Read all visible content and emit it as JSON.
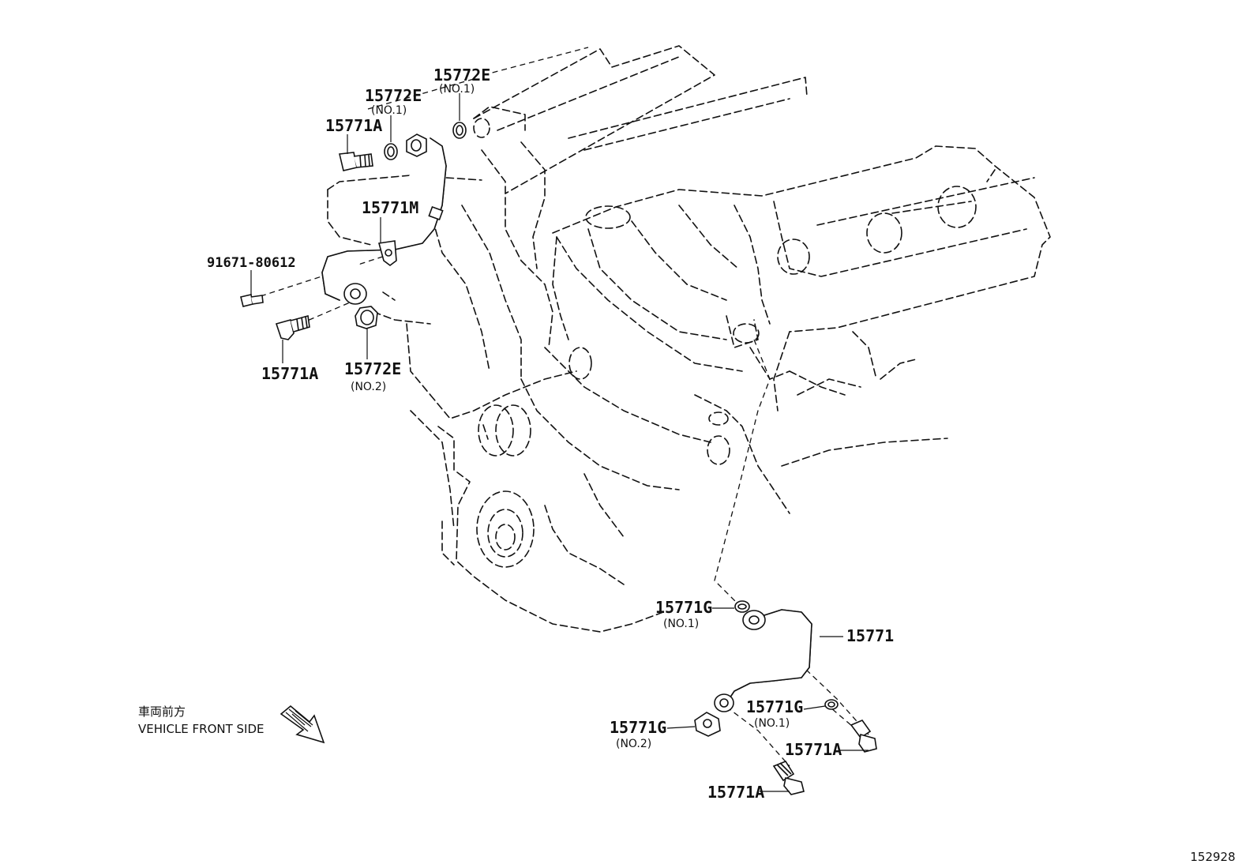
{
  "labels": {
    "upper_gasket_no1_right": {
      "part": "15772E",
      "sub": "(NO.1)"
    },
    "upper_gasket_no1_left": {
      "part": "15772E",
      "sub": "(NO.1)"
    },
    "upper_union_bolt": {
      "part": "15771A"
    },
    "upper_pipe": {
      "part": "15771M"
    },
    "clamp_bolt": {
      "part": "91671-80612"
    },
    "lower_left_union_bolt": {
      "part": "15771A"
    },
    "gasket_no2_upper": {
      "part": "15772E",
      "sub": "(NO.2)"
    },
    "lower_gasket_no1_left": {
      "part": "15771G",
      "sub": "(NO.1)"
    },
    "lower_pipe": {
      "part": "15771"
    },
    "lower_gasket_no1_right": {
      "part": "15771G",
      "sub": "(NO.1)"
    },
    "lower_gasket_no2": {
      "part": "15771G",
      "sub": "(NO.2)"
    },
    "lower_union_bolt_right": {
      "part": "15771A"
    },
    "lower_union_bolt_bottom": {
      "part": "15771A"
    }
  },
  "direction_note": {
    "jp": "車両前方",
    "en": "VEHICLE FRONT SIDE"
  },
  "figure_number": "152928"
}
